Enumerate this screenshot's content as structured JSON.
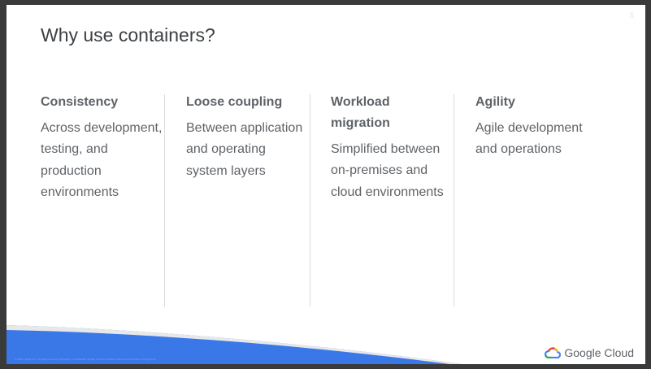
{
  "slide": {
    "page_number": "5",
    "title": "Why use containers?",
    "columns": [
      {
        "heading": "Consistency",
        "body": "Across development, testing, and production environments"
      },
      {
        "heading": "Loose coupling",
        "body": "Between application and operating system layers"
      },
      {
        "heading": "Workload migration",
        "body": "Simplified between on-premises and cloud environments"
      },
      {
        "heading": "Agility",
        "body": "Agile development and operations"
      }
    ],
    "footer": {
      "legal": "© 2021 Google LLC. All rights reserved. Proprietary + Confidential. Google Cloud and related marks are trademarks of Google LLC.",
      "brand": "Google Cloud"
    }
  },
  "colors": {
    "background": "#ffffff",
    "text": "#5f6368",
    "accent_blue": "#3b78e7",
    "divider": "#dadce0"
  },
  "icons": [
    "google-cloud-logo-icon"
  ]
}
